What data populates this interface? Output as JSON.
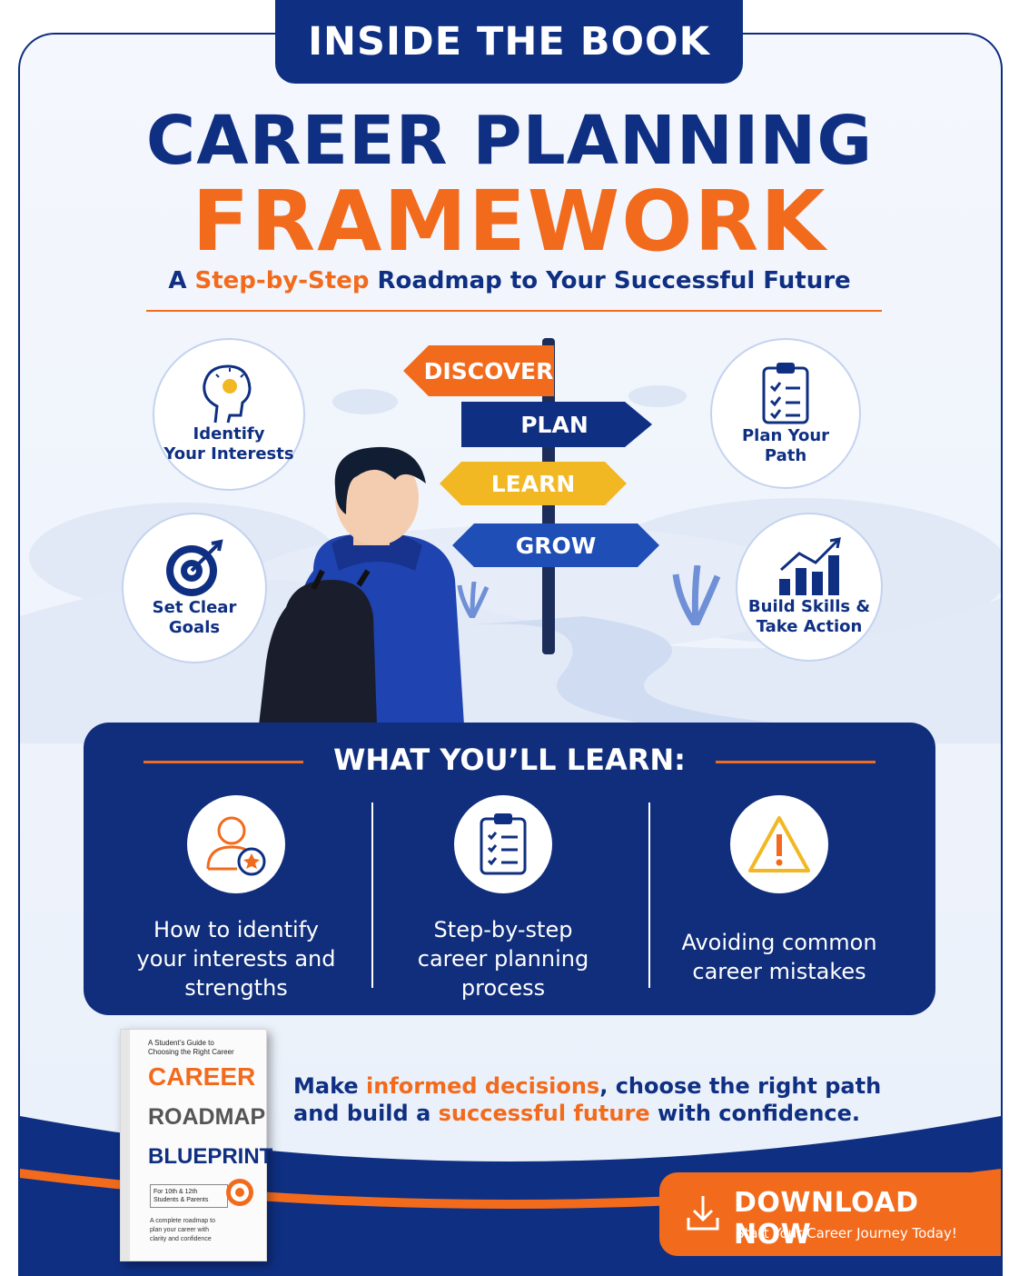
{
  "header": {
    "badge": "INSIDE THE BOOK",
    "title_line1": "CAREER PLANNING",
    "title_line2": "FRAMEWORK",
    "subtitle_pre": "A ",
    "subtitle_highlight": "Step-by-Step",
    "subtitle_post": " Roadmap to Your Successful Future"
  },
  "signpost": {
    "discover": "DISCOVER",
    "plan": "PLAN",
    "learn": "LEARN",
    "grow": "GROW"
  },
  "bubbles": {
    "interests": [
      "Identify",
      "Your Interests"
    ],
    "path": [
      "Plan Your",
      "Path"
    ],
    "goals": [
      "Set Clear",
      "Goals"
    ],
    "skills": [
      "Build Skills &",
      "Take Action"
    ]
  },
  "learn": {
    "heading": "WHAT YOU’LL LEARN:",
    "items": [
      {
        "icon": "person-star-icon",
        "lines": [
          "How to identify",
          "your interests and",
          "strengths"
        ]
      },
      {
        "icon": "checklist-icon",
        "lines": [
          "Step-by-step",
          "career planning",
          "process"
        ]
      },
      {
        "icon": "warning-icon",
        "lines": [
          "Avoiding common",
          "career mistakes"
        ]
      }
    ]
  },
  "book": {
    "kicker_1": "A Student’s Guide to",
    "kicker_2": "Choosing the Right Career",
    "word_1": "CAREER",
    "word_2": "ROADMAP",
    "word_3": "BLUEPRINT",
    "audience_1": "For 10th & 12th",
    "audience_2": "Students & Parents",
    "blurb_1": "A complete roadmap to",
    "blurb_2": "plan your career with",
    "blurb_3": "clarity and confidence"
  },
  "tagline": {
    "p1": "Make ",
    "h1": "informed decisions",
    "p2": ", choose the right path",
    "p3": "and build a ",
    "h2": "successful future",
    "p4": " with confidence."
  },
  "cta": {
    "label": "DOWNLOAD NOW",
    "sublabel": "Start Your Career Journey Today!"
  },
  "colors": {
    "navy": "#0f2f82",
    "orange": "#f26b1d",
    "yellow": "#f2b824",
    "sky": "#eef3fb"
  }
}
